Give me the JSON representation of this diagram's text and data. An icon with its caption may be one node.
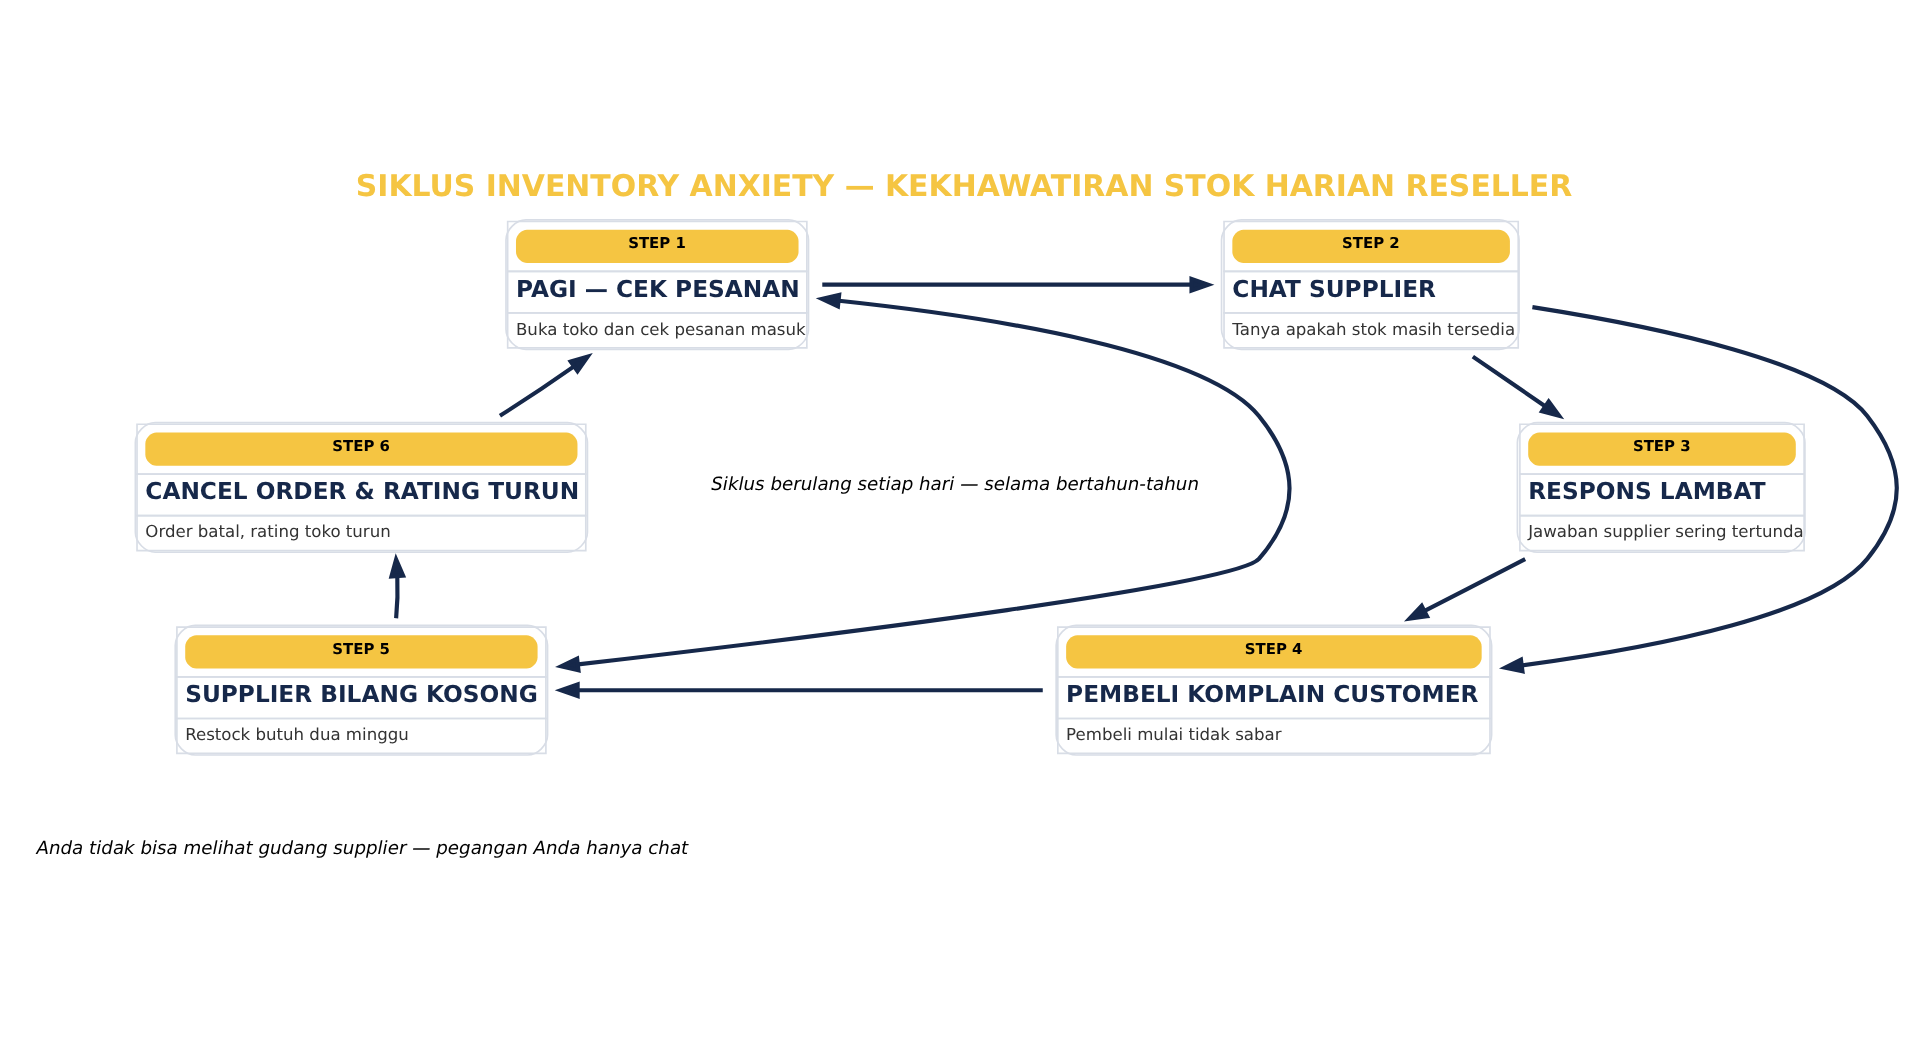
{
  "diagram": {
    "title": "SIKLUS INVENTORY ANXIETY — KEKHAWATIRAN STOK HARIAN RESELLER",
    "caption": "Anda tidak bisa melihat gudang supplier — pegangan Anda hanya chat",
    "nodes": [
      {
        "text": [
          "STEP 1",
          "PAGI — CEK PESANAN",
          "Buka toko dan cek pesanan masuk"
        ]
      },
      {
        "text": [
          "STEP 2",
          "CHAT SUPPLIER",
          "Tanya apakah stok masih tersedia"
        ]
      },
      {
        "text": [
          "STEP 3",
          "RESPONS LAMBAT",
          "Jawaban supplier sering tertunda"
        ]
      },
      {
        "text": [
          "STEP 4",
          "PEMBELI KOMPLAIN CUSTOMER",
          "Pembeli mulai tidak sabar"
        ]
      },
      {
        "text": [
          "STEP 5",
          "SUPPLIER BILANG KOSONG",
          "Restock butuh dua minggu"
        ]
      },
      {
        "text": [
          "STEP 6",
          "CANCEL ORDER & RATING TURUN",
          "Order batal, rating toko turun"
        ]
      }
    ],
    "edges": [
      {
        "from": 0,
        "to": 1,
        "arrow": "to"
      },
      {
        "from": 1,
        "to": 2,
        "arrow": "to"
      },
      {
        "from": 1,
        "to": 3,
        "arrow": "to"
      },
      {
        "from": 2,
        "to": 3,
        "arrow": "to"
      },
      {
        "from": 3,
        "to": 4,
        "arrow": "to"
      },
      {
        "from": 4,
        "to": 5,
        "arrow": "to"
      },
      {
        "from": 5,
        "to": 0,
        "arrow": "to"
      },
      {
        "from": 4,
        "to": 0,
        "arrow": "both"
      }
    ],
    "labels": [
      "Siklus berulang setiap hari — selama bertahun-tahun"
    ]
  }
}
